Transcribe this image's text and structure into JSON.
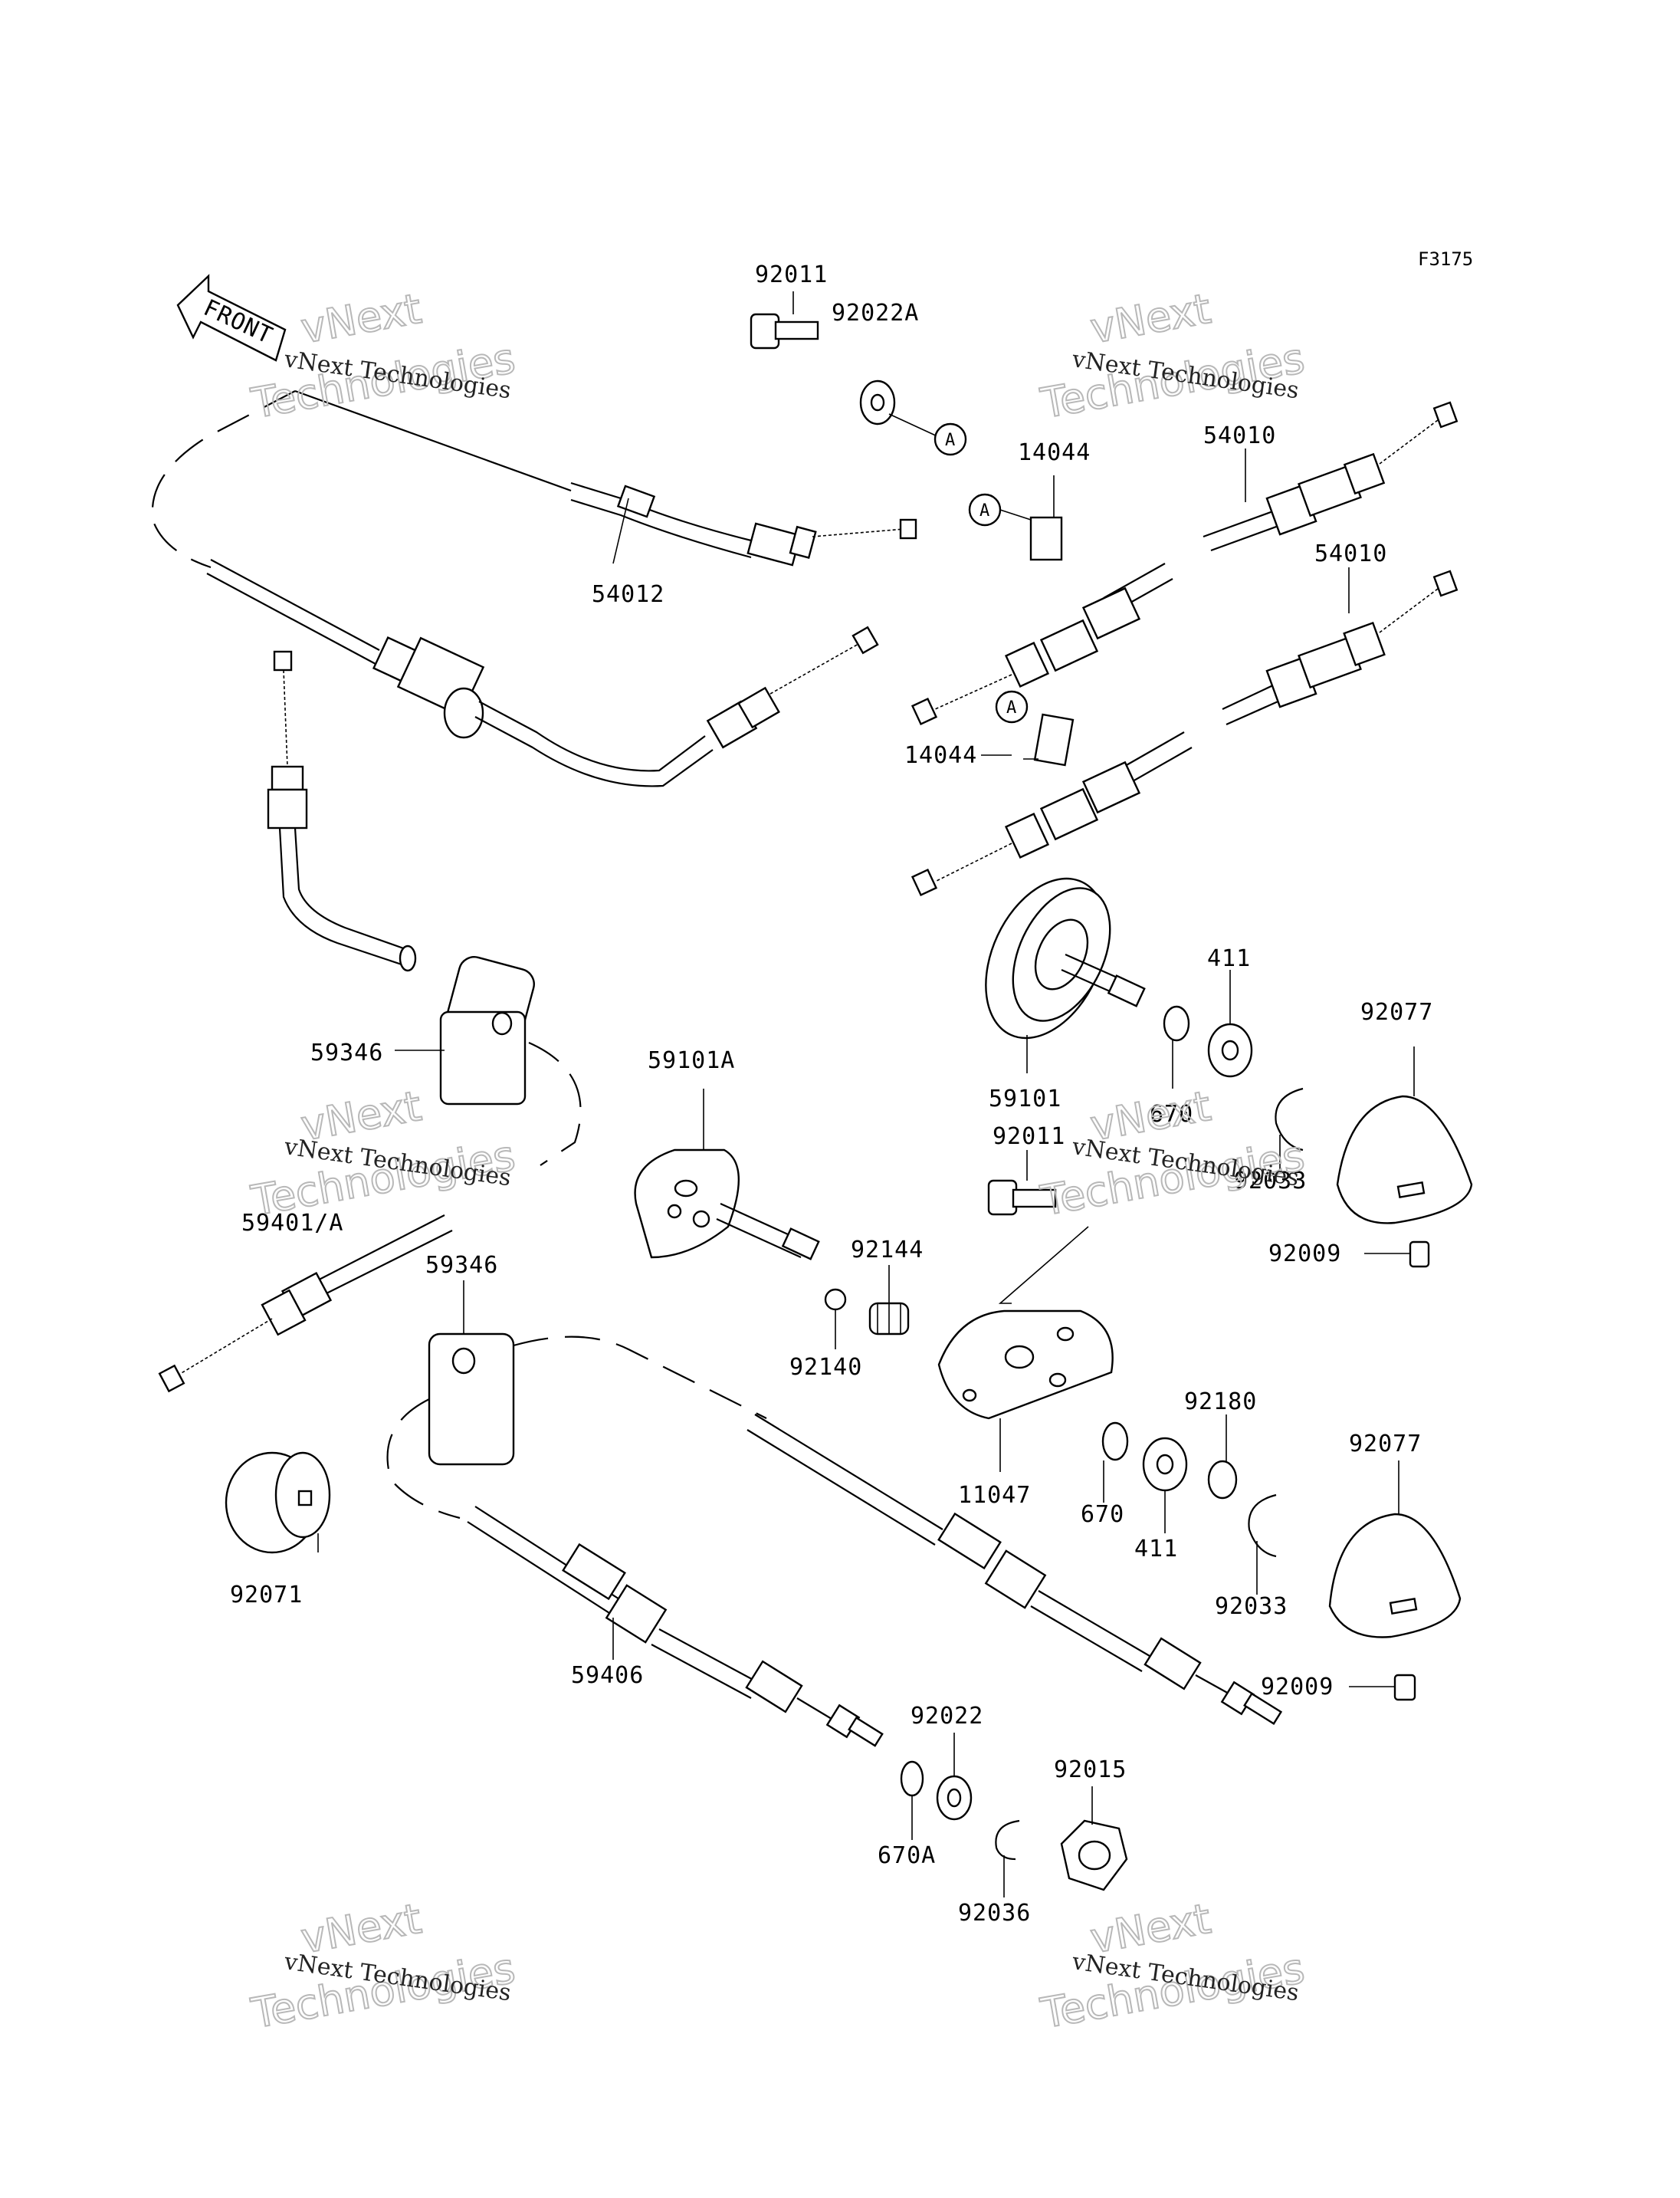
{
  "figure_code": "F3175",
  "front_label": "FRONT",
  "ref_marker": "A",
  "watermark": {
    "line1": "vNext Technologies",
    "line2": "vNext",
    "line3": "Technologies"
  },
  "labels": {
    "p92011_top": "92011",
    "p92022A": "92022A",
    "p14044_top": "14044",
    "p54010_top": "54010",
    "p54012": "54012",
    "p54010_mid": "54010",
    "p14044_mid": "14044",
    "p411_top": "411",
    "p92077_top": "92077",
    "p59346_top": "59346",
    "p59101A": "59101A",
    "p59101": "59101",
    "p670_top": "670",
    "p92011_mid": "92011",
    "p92033_top": "92033",
    "p59401A": "59401/A",
    "p92009_top": "92009",
    "p59346_mid": "59346",
    "p92144": "92144",
    "p92140": "92140",
    "p92180": "92180",
    "p92077_bot": "92077",
    "p11047": "11047",
    "p670_mid": "670",
    "p411_mid": "411",
    "p92071": "92071",
    "p92033_bot": "92033",
    "p59406": "59406",
    "p92009_bot": "92009",
    "p92022": "92022",
    "p92015": "92015",
    "p670A": "670A",
    "p92036": "92036"
  }
}
